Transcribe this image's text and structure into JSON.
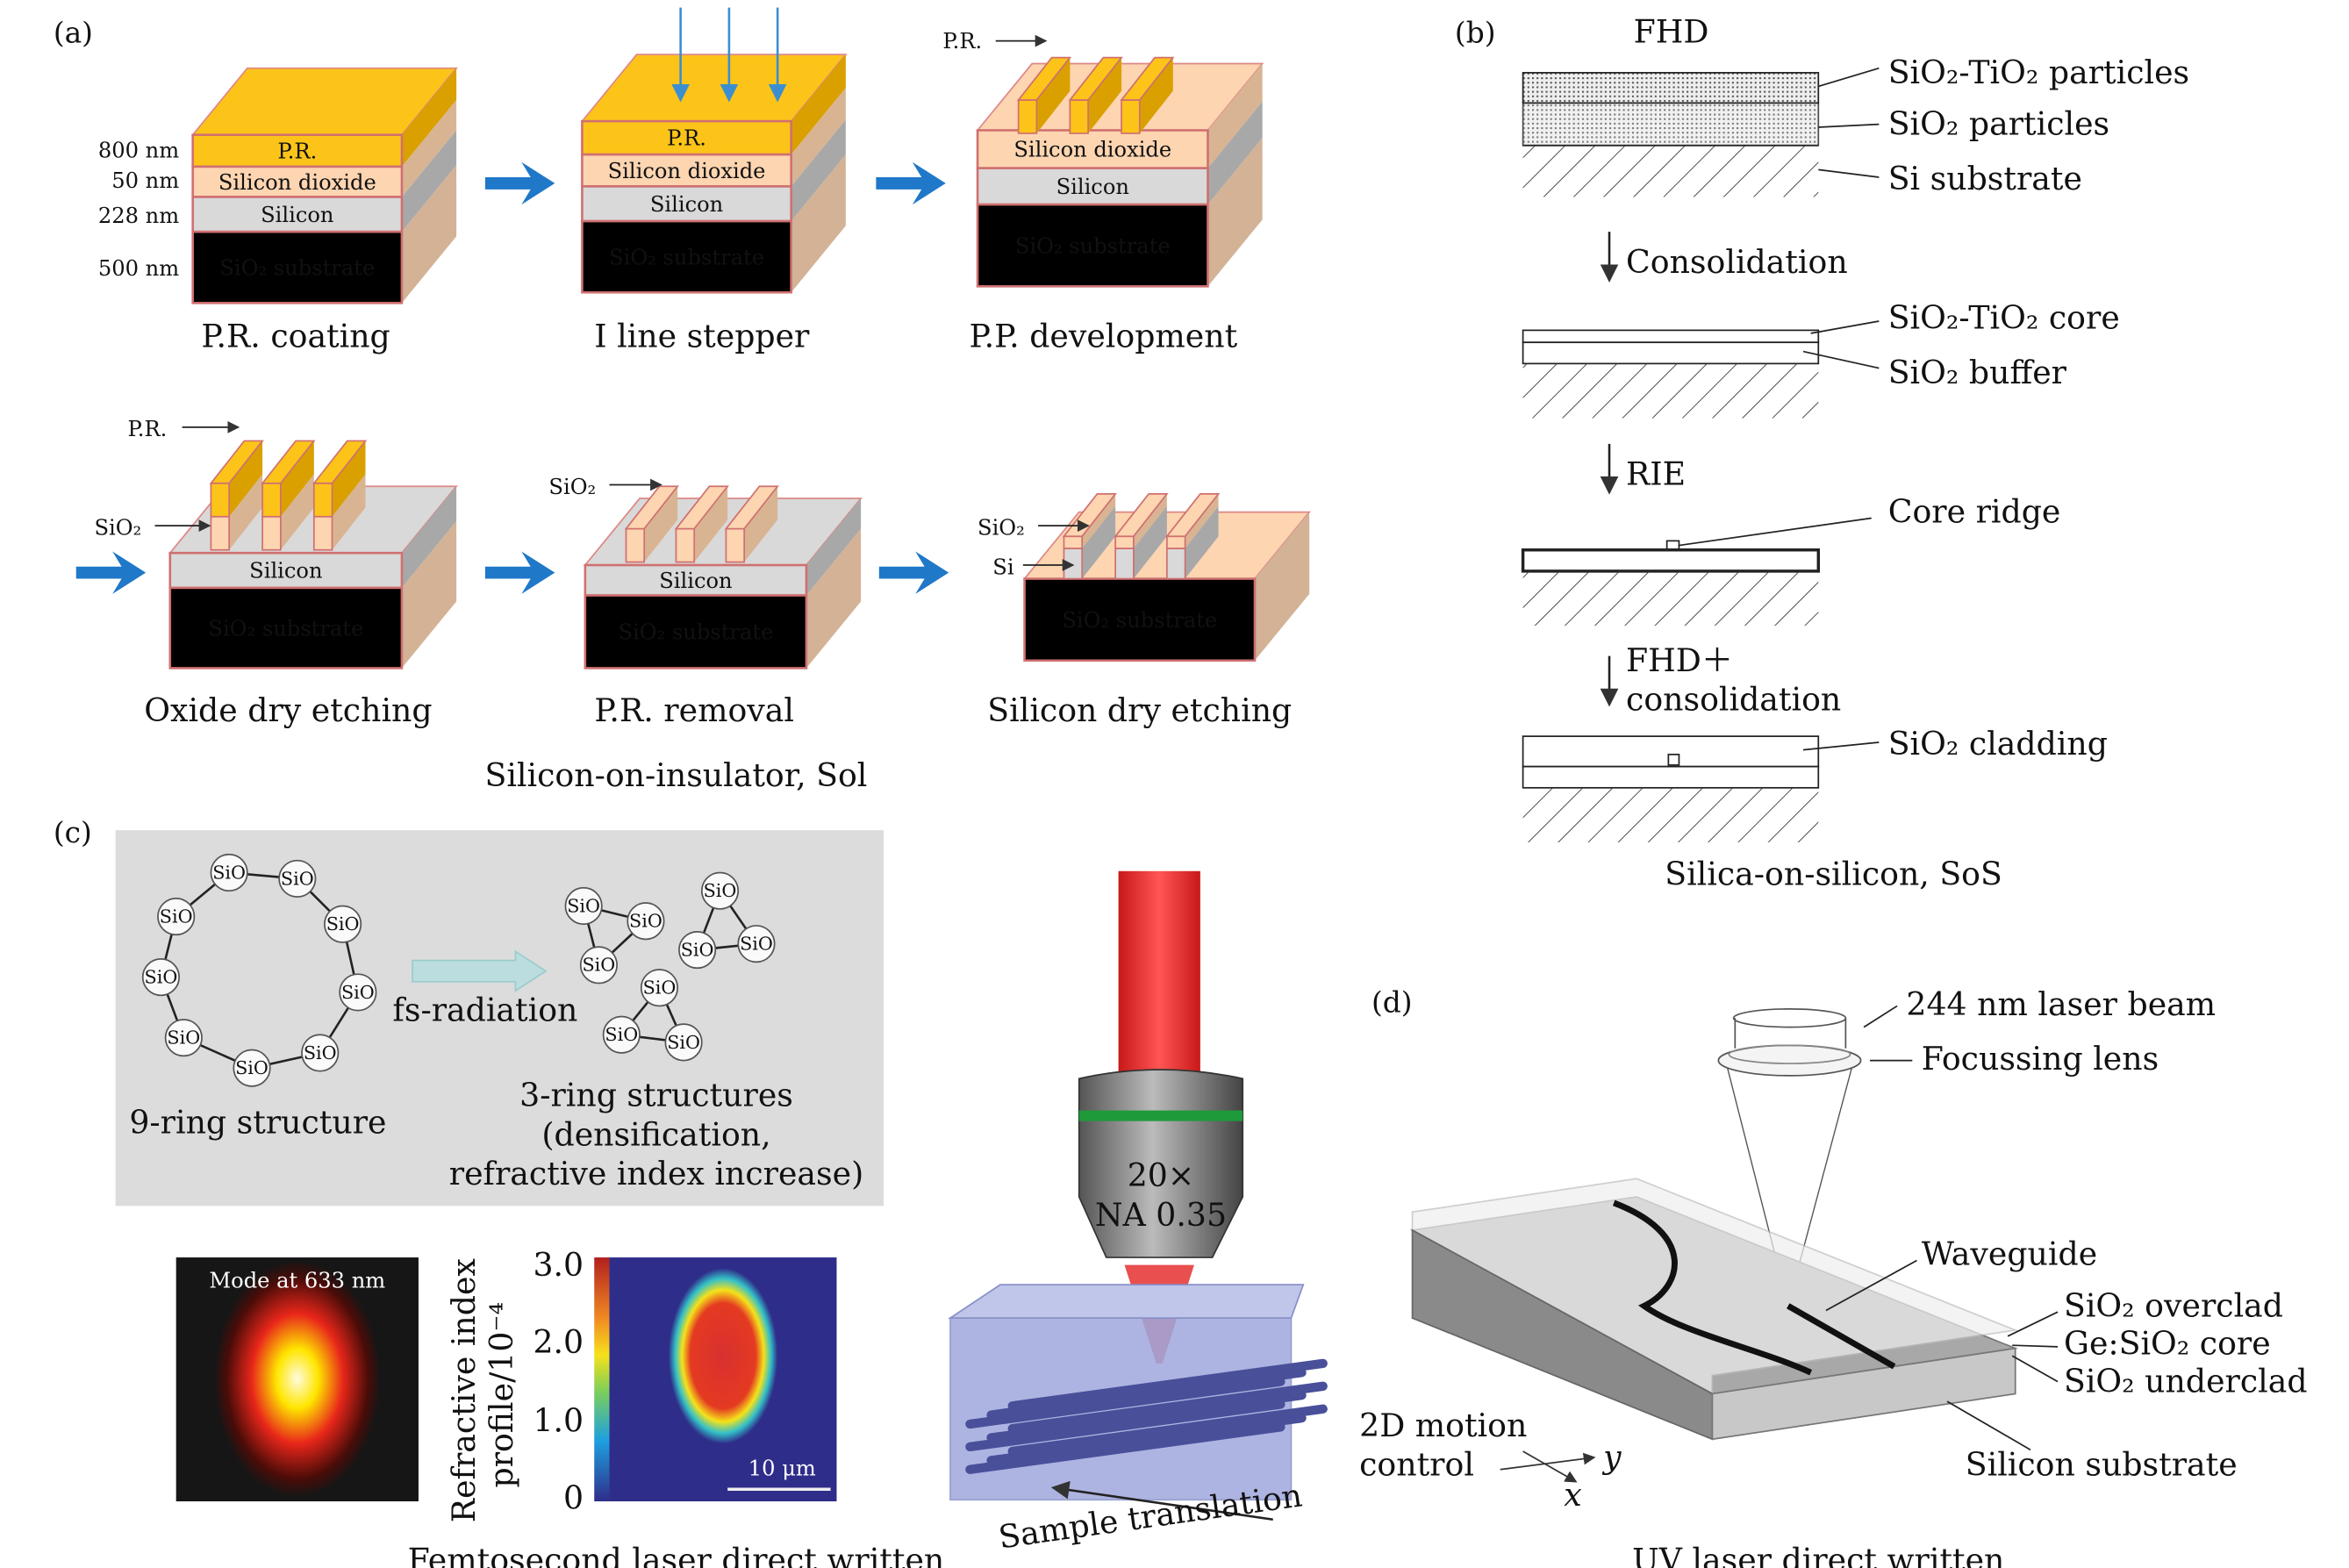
{
  "panel_a": {
    "label": "(a)",
    "thickness": [
      "800 nm",
      "50 nm",
      "228 nm",
      "500 nm"
    ],
    "layers": {
      "pr": "P.R.",
      "sio2": "Silicon dioxide",
      "si": "Silicon",
      "sub": "SiO₂ substrate",
      "sio2_short": "SiO₂",
      "si_short": "Si"
    },
    "steps": [
      "P.R. coating",
      "I line stepper",
      "P.P. development",
      "Oxide dry etching",
      "P.R. removal",
      "Silicon dry etching"
    ],
    "caption": "Silicon-on-insulator, Sol",
    "colors": {
      "pr": "#fcc419",
      "sio2": "#fdd5b1",
      "si": "#d9d9d9",
      "arrow": "#1f78c8"
    }
  },
  "panel_b": {
    "label": "(b)",
    "title": "FHD",
    "labels": [
      "SiO₂-TiO₂ particles",
      "SiO₂ particles",
      "Si substrate",
      "SiO₂-TiO₂ core",
      "SiO₂ buffer",
      "Core ridge",
      "SiO₂ cladding"
    ],
    "steps": [
      "Consolidation",
      "RIE",
      "FHD＋",
      "consolidation"
    ],
    "caption": "Silica-on-silicon, SoS"
  },
  "panel_c": {
    "label": "(c)",
    "molecule": "SiO",
    "fs_label": "fs-radiation",
    "nine_ring": "9-ring structure",
    "three_ring": [
      "3-ring structures",
      "(densification,",
      "refractive index increase)"
    ],
    "objective": [
      "20×",
      "NA 0.35"
    ],
    "sample": "Sample translation",
    "mode": "Mode at 633 nm",
    "colorbar_label": [
      "Refractive index",
      "profile/10⁻⁴"
    ],
    "colorbar_ticks": [
      "3.0",
      "2.0",
      "1.0",
      "0"
    ],
    "scale_bar": "10 μm",
    "caption": "Femtosecond laser direct written"
  },
  "panel_d": {
    "label": "(d)",
    "labels": [
      "244 nm laser beam",
      "Focussing lens",
      "Waveguide",
      "SiO₂ overclad",
      "Ge:SiO₂ core",
      "SiO₂ underclad",
      "Silicon substrate"
    ],
    "motion": [
      "2D motion",
      "control"
    ],
    "axes": [
      "y",
      "x"
    ],
    "caption": "UV laser direct written"
  }
}
